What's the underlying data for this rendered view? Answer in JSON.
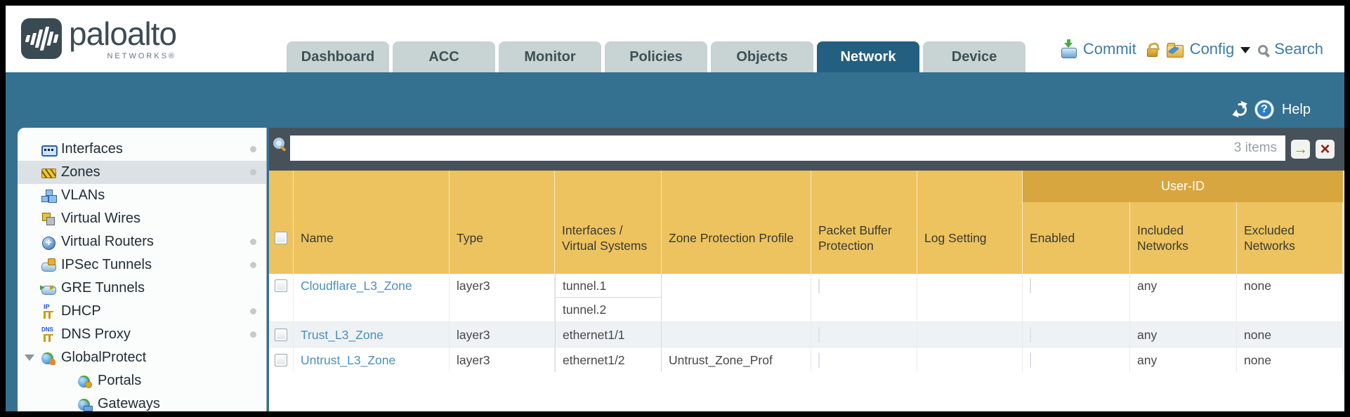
{
  "brand": {
    "name": "paloalto",
    "sub": "NETWORKS®"
  },
  "tabs": [
    {
      "label": "Dashboard",
      "active": false
    },
    {
      "label": "ACC",
      "active": false
    },
    {
      "label": "Monitor",
      "active": false
    },
    {
      "label": "Policies",
      "active": false
    },
    {
      "label": "Objects",
      "active": false
    },
    {
      "label": "Network",
      "active": true
    },
    {
      "label": "Device",
      "active": false
    }
  ],
  "utilities": {
    "commit": "Commit",
    "config": "Config",
    "search": "Search"
  },
  "band": {
    "help": "Help"
  },
  "sidebar": {
    "items": [
      {
        "label": "Interfaces",
        "icon": "interfaces-icon",
        "dot": true
      },
      {
        "label": "Zones",
        "icon": "zones-icon",
        "dot": true,
        "selected": true
      },
      {
        "label": "VLANs",
        "icon": "vlans-icon"
      },
      {
        "label": "Virtual Wires",
        "icon": "virtual-wires-icon"
      },
      {
        "label": "Virtual Routers",
        "icon": "virtual-routers-icon",
        "dot": true
      },
      {
        "label": "IPSec Tunnels",
        "icon": "ipsec-tunnels-icon",
        "dot": true
      },
      {
        "label": "GRE Tunnels",
        "icon": "gre-tunnels-icon"
      },
      {
        "label": "DHCP",
        "icon": "dhcp-icon",
        "dot": true
      },
      {
        "label": "DNS Proxy",
        "icon": "dns-proxy-icon",
        "dot": true
      },
      {
        "label": "GlobalProtect",
        "icon": "globalprotect-icon",
        "expander": true
      },
      {
        "label": "Portals",
        "icon": "portals-icon",
        "indent": true
      },
      {
        "label": "Gateways",
        "icon": "gateways-icon",
        "indent": true
      }
    ]
  },
  "toolbar": {
    "count": "3 items",
    "search_value": ""
  },
  "table": {
    "columns": [
      {
        "key": "select",
        "label": ""
      },
      {
        "key": "name",
        "label": "Name"
      },
      {
        "key": "type",
        "label": "Type"
      },
      {
        "key": "interfaces",
        "label": "Interfaces / Virtual Systems"
      },
      {
        "key": "zone_protection_profile",
        "label": "Zone Protection Profile"
      },
      {
        "key": "packet_buffer_protection",
        "label": "Packet Buffer Protection"
      },
      {
        "key": "log_setting",
        "label": "Log Setting"
      }
    ],
    "user_id_group": {
      "label": "User-ID",
      "columns": [
        {
          "key": "enabled",
          "label": "Enabled"
        },
        {
          "key": "included_networks",
          "label": "Included Networks"
        },
        {
          "key": "excluded_networks",
          "label": "Excluded Networks"
        }
      ]
    },
    "rows": [
      {
        "name": "Cloudflare_L3_Zone",
        "type": "layer3",
        "interfaces": [
          "tunnel.1",
          "tunnel.2"
        ],
        "zone_protection_profile": "",
        "packet_buffer_protection_checked": false,
        "log_setting": "",
        "enabled_checked": false,
        "included_networks": "any",
        "excluded_networks": "none"
      },
      {
        "name": "Trust_L3_Zone",
        "type": "layer3",
        "interfaces": [
          "ethernet1/1"
        ],
        "zone_protection_profile": "",
        "packet_buffer_protection_checked": false,
        "log_setting": "",
        "enabled_checked": false,
        "included_networks": "any",
        "excluded_networks": "none"
      },
      {
        "name": "Untrust_L3_Zone",
        "type": "layer3",
        "interfaces": [
          "ethernet1/2"
        ],
        "zone_protection_profile": "Untrust_Zone_Prof",
        "packet_buffer_protection_checked": false,
        "log_setting": "",
        "enabled_checked": false,
        "included_networks": "any",
        "excluded_networks": "none"
      }
    ]
  }
}
